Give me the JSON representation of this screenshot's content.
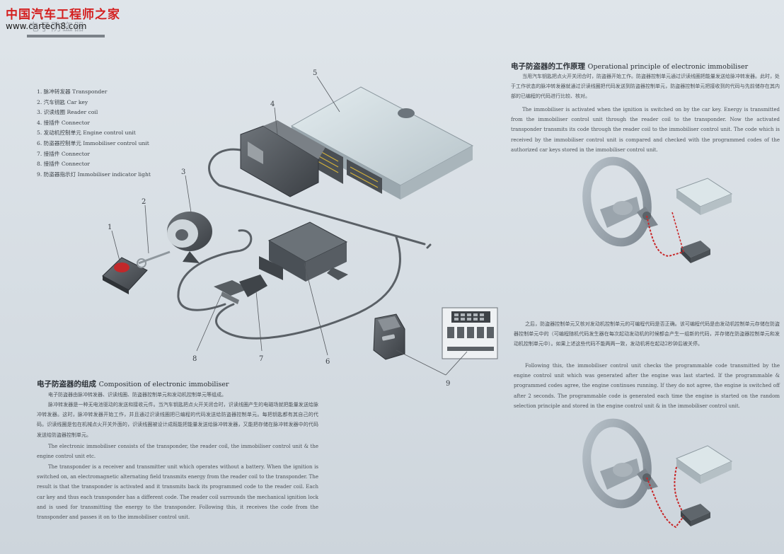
{
  "watermark": {
    "site_cn": "中国汽车工程师之家",
    "url": "www.cartech8.com",
    "faint_title": "电子防盗器"
  },
  "legend": [
    "1.  脉冲转发器  Transponder",
    "2.  汽车钥匙  Car key",
    "3.  识读线圈  Reader coil",
    "4.  接插件  Connector",
    "5.  发动机控制单元  Engine control unit",
    "6.  防盗器控制单元  Immobiliser control unit",
    "7.  接插件  Connector",
    "8.  接插件  Connector",
    "9.  防盗器指示灯  Immobiliser indicator light"
  ],
  "callouts": [
    "1",
    "2",
    "3",
    "4",
    "5",
    "6",
    "7",
    "8",
    "9"
  ],
  "composition": {
    "title_cn": "电子防盗器的组成",
    "title_en": "Composition of electronic immobiliser",
    "cn_p1": "电子防盗器由脉冲转发器、识读线圈、防盗器控制单元和发动机控制单元等组成。",
    "cn_p2": "脉冲转发器是一种无电池驱动的发送和接收元件。当汽车钥匙把点火开关闭合时，识读线圈产生的电磁场就把能量发送给脉冲转发器。这时，脉冲转发器开始工作，并且通过识读线圈把已编程的代码发送给防盗器控制单元。每把钥匙都有其自己的代码。识读线圈是包在机械点火开关外面的，识读线圈被设计成既能把能量发送给脉冲转发器，又能把存储在脉冲转发器中的代码发送给防盗器控制单元。",
    "en_p1": "The electronic immobiliser consists of the transponder, the reader coil, the immobiliser control unit & the engine control unit etc.",
    "en_p2": "The transponder is a receiver and transmitter unit which operates without a battery. When the ignition is switched on, an electromagnetic alternating field transmits energy from the reader coil to the transponder. The result is that the transponder is activated and it transmits back its programmed code to the reader coil. Each car key and thus each transponder has a different code. The reader coil surrounds the mechanical ignition lock and is used for transmitting the energy to the transponder. Following this, it receives the code from the transponder and passes it on to the immobiliser control unit."
  },
  "principle": {
    "title_cn": "电子防盗器的工作原理",
    "title_en": "Operational principle of electronic immobiliser",
    "cn_p1": "当用汽车钥匙把点火开关闭合时，防盗器开始工作。防盗器控制单元通过识读线圈把能量发送给脉冲转发器。此时，处于工作状态的脉冲转发器就通过识读线圈把代码发送到防盗器控制单元，防盗器控制单元把接收到的代码与先前储存在其内部的已编程的代码进行比较、核对。",
    "en_p1": "The immobiliser is activated when the ignition is switched on by the car key. Energy is transmitted from the immobiliser control unit through the reader coil to the transponder. Now the activated transponder transmits its code through the reader coil to the immobiliser control unit. The code which is received by the immobiliser control unit is compared and checked with the programmed codes of the authorized car keys stored in the immobiliser control unit.",
    "cn_p2": "之后，防盗器控制单元又核对发动机控制单元的可编程代码是否正确。该可编程代码是由发动机控制单元存储在防盗器控制单元中的（可编程随机代码发生器在每次起动发动机的时候都会产生一组新的代码，并存储在防盗器控制单元和发动机控制单元中）。如果上述这些代码不能两两一致，发动机将在起动2秒钟后被关停。",
    "en_p2": "Following this, the immobiliser control unit checks the programmable code transmitted by the engine control unit which was generated after the engine was last started. If the programmable & programmed codes agree, the engine continues running. If they do not agree, the engine is switched off after 2 seconds. The programmable code is generated each time the engine is started on the random selection principle and stored in the engine control unit & in the immobiliser control unit."
  },
  "colors": {
    "background": "#d6dde3",
    "watermark_red": "#d42020",
    "signal_red": "#c8282a"
  }
}
